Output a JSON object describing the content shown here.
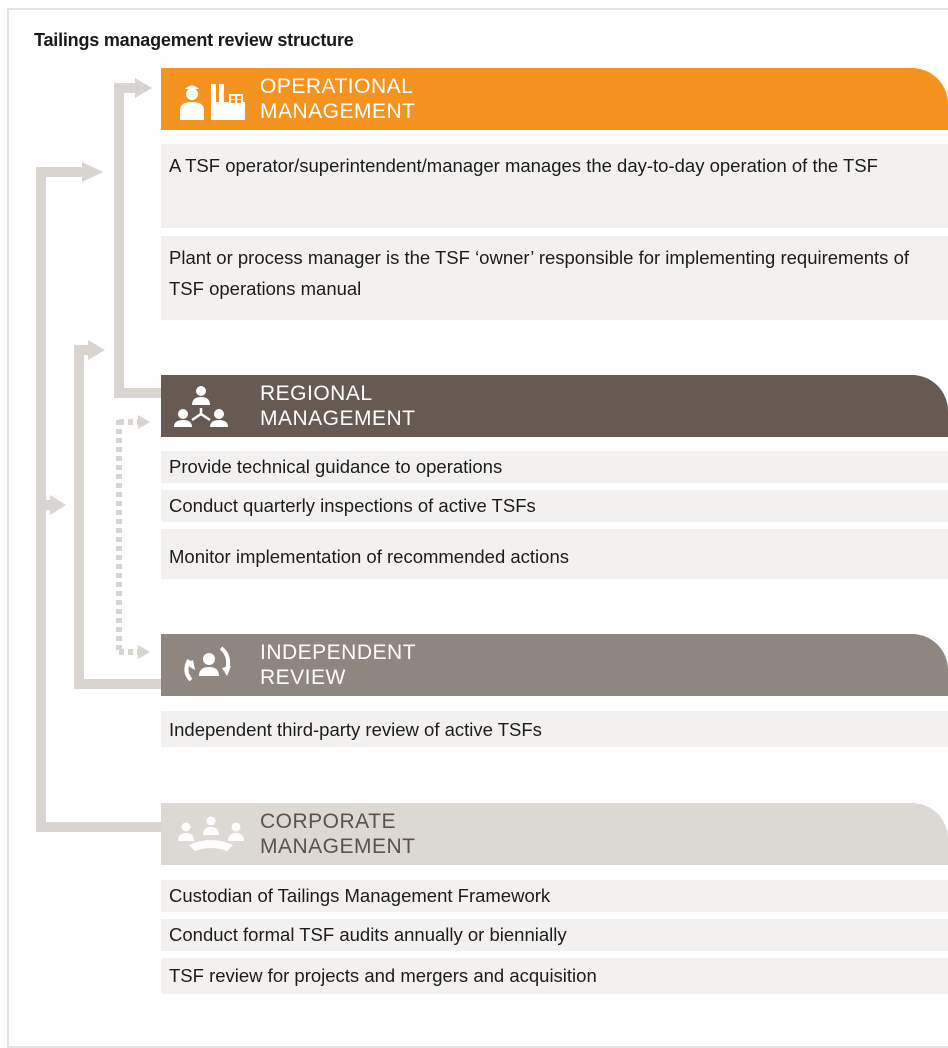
{
  "title": "Tailings management review structure",
  "colors": {
    "operational": "#f4931f",
    "regional": "#665a53",
    "independent": "#8f8680",
    "corporate": "#dcd8d3",
    "panel": "#f2f1ef",
    "connector": "#d8d5d1"
  },
  "sections": {
    "operational": {
      "label": "OPERATIONAL\nMANAGEMENT",
      "icon": "workers-factory-icon",
      "items": [
        "A TSF operator/superintendent/manager manages the day-to-day operation of the TSF",
        "Plant or process manager is the TSF ‘owner’ responsible for implementing requirements of TSF operations manual"
      ]
    },
    "regional": {
      "label": "REGIONAL\nMANAGEMENT",
      "icon": "org-network-icon",
      "items": [
        "Provide technical guidance to operations",
        "Conduct quarterly inspections of active TSFs",
        "Monitor implementation of recommended actions"
      ]
    },
    "independent": {
      "label": "INDEPENDENT\nREVIEW",
      "icon": "review-cycle-icon",
      "items": [
        "Independent third-party review of active TSFs"
      ]
    },
    "corporate": {
      "label": "CORPORATE\nMANAGEMENT",
      "icon": "meeting-table-icon",
      "items": [
        "Custodian of Tailings Management Framework",
        "Conduct formal TSF audits annually or biennially",
        "TSF review for projects and mergers and acquisition"
      ]
    }
  }
}
